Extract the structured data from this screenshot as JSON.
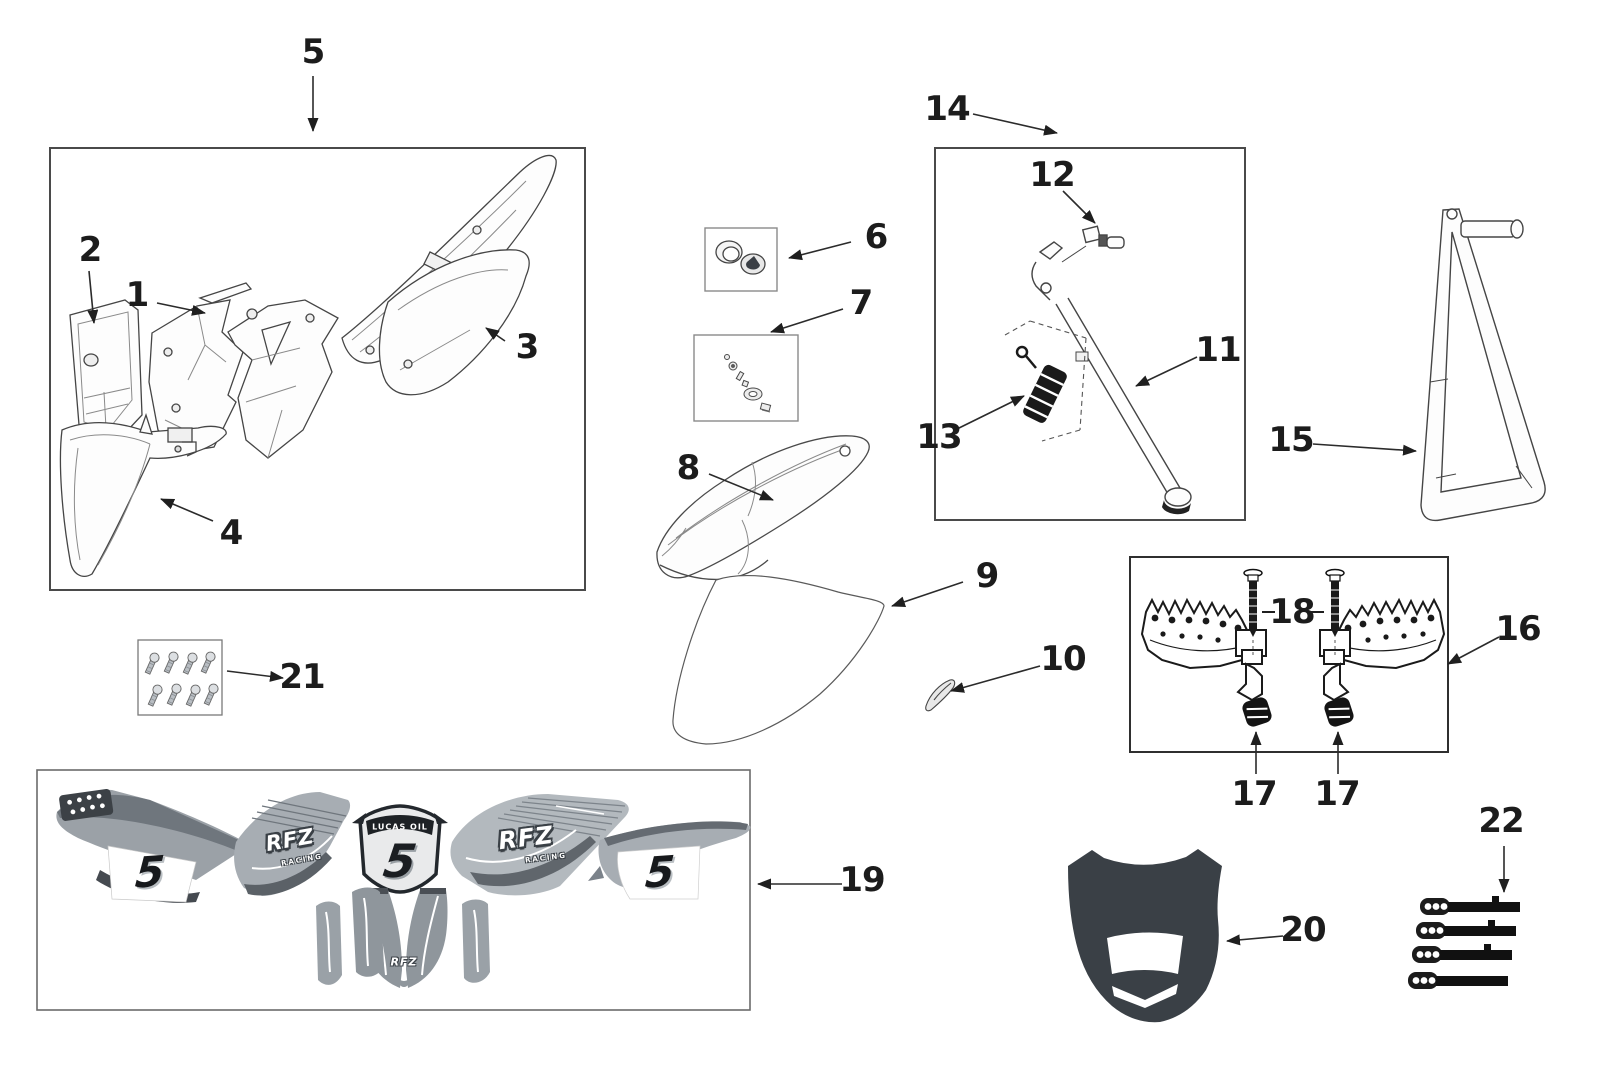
{
  "callouts": {
    "n1": "1",
    "n2": "2",
    "n3": "3",
    "n4": "4",
    "n5": "5",
    "n6": "6",
    "n7": "7",
    "n8": "8",
    "n9": "9",
    "n10": "10",
    "n11": "11",
    "n12": "12",
    "n13": "13",
    "n14": "14",
    "n15": "15",
    "n16": "16",
    "n17a": "17",
    "n17b": "17",
    "n18": "18",
    "n19": "19",
    "n20": "20",
    "n21": "21",
    "n22": "22"
  },
  "decals": {
    "brand_shroud_left": "RFZ",
    "brand_shroud_right": "RFZ",
    "brand_sub_left": "RACING",
    "brand_sub_right": "RACING",
    "brand_fender": "RFZ",
    "plate_sponsor": "LUCAS OIL",
    "race_number_left": "5",
    "race_number_plate": "5",
    "race_number_right": "5"
  },
  "colors": {
    "line": "#2d2d2d",
    "box_border": "#4a4a4a",
    "decal_gray": "#a7adb3",
    "dark_part": "#3a4046"
  }
}
